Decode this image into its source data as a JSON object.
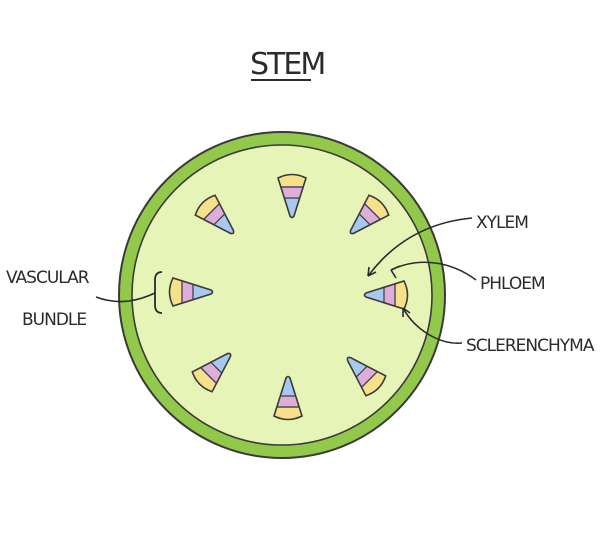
{
  "title": "STEM",
  "labels": {
    "xylem": "XYLEM",
    "phloem": "PHLOEM",
    "sclerenchyma": "SCLERENCHYMA",
    "vascular_line1": "VASCULAR",
    "vascular_line2": "BUNDLE"
  },
  "colors": {
    "outline": "#3a3a3a",
    "epidermis": "#93c94a",
    "cortex": "#e6f4b8",
    "xylem": "#a9c8f0",
    "phloem": "#dcaed8",
    "sclerenchyma": "#f7e08a"
  }
}
